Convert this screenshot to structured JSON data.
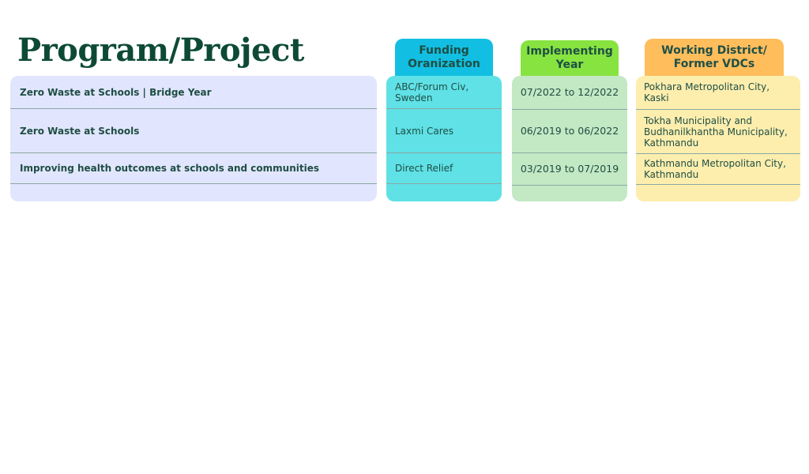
{
  "title": "Program/Project",
  "headers": {
    "funding": "Funding\nOranization",
    "year": "Implementing\nYear",
    "district": "Working District/\nFormer VDCs"
  },
  "rows": [
    {
      "program": "Zero Waste at Schools | Bridge Year",
      "funding": "ABC/Forum Civ, Sweden",
      "year": "07/2022 to 12/2022",
      "district": "Pokhara Metropolitan City, Kaski"
    },
    {
      "program": "Zero Waste at Schools",
      "funding": "Laxmi Cares",
      "year": "06/2019 to 06/2022",
      "district": "Tokha Municipality and Budhanilkhantha Municipality, Kathmandu"
    },
    {
      "program": "Improving health outcomes at schools and communities",
      "funding": "Direct Relief",
      "year": "03/2019 to 07/2019",
      "district": "Kathmandu Metropolitan City, Kathmandu"
    }
  ],
  "colors": {
    "title": "#0d4a36",
    "program_panel": "#e1e6fe",
    "funding_panel": "#5fe1e6",
    "funding_tab": "#12bfe2",
    "year_panel": "#c3e8c4",
    "year_tab": "#87e33f",
    "district_panel": "#fdeeae",
    "district_tab": "#ffbd5c"
  }
}
